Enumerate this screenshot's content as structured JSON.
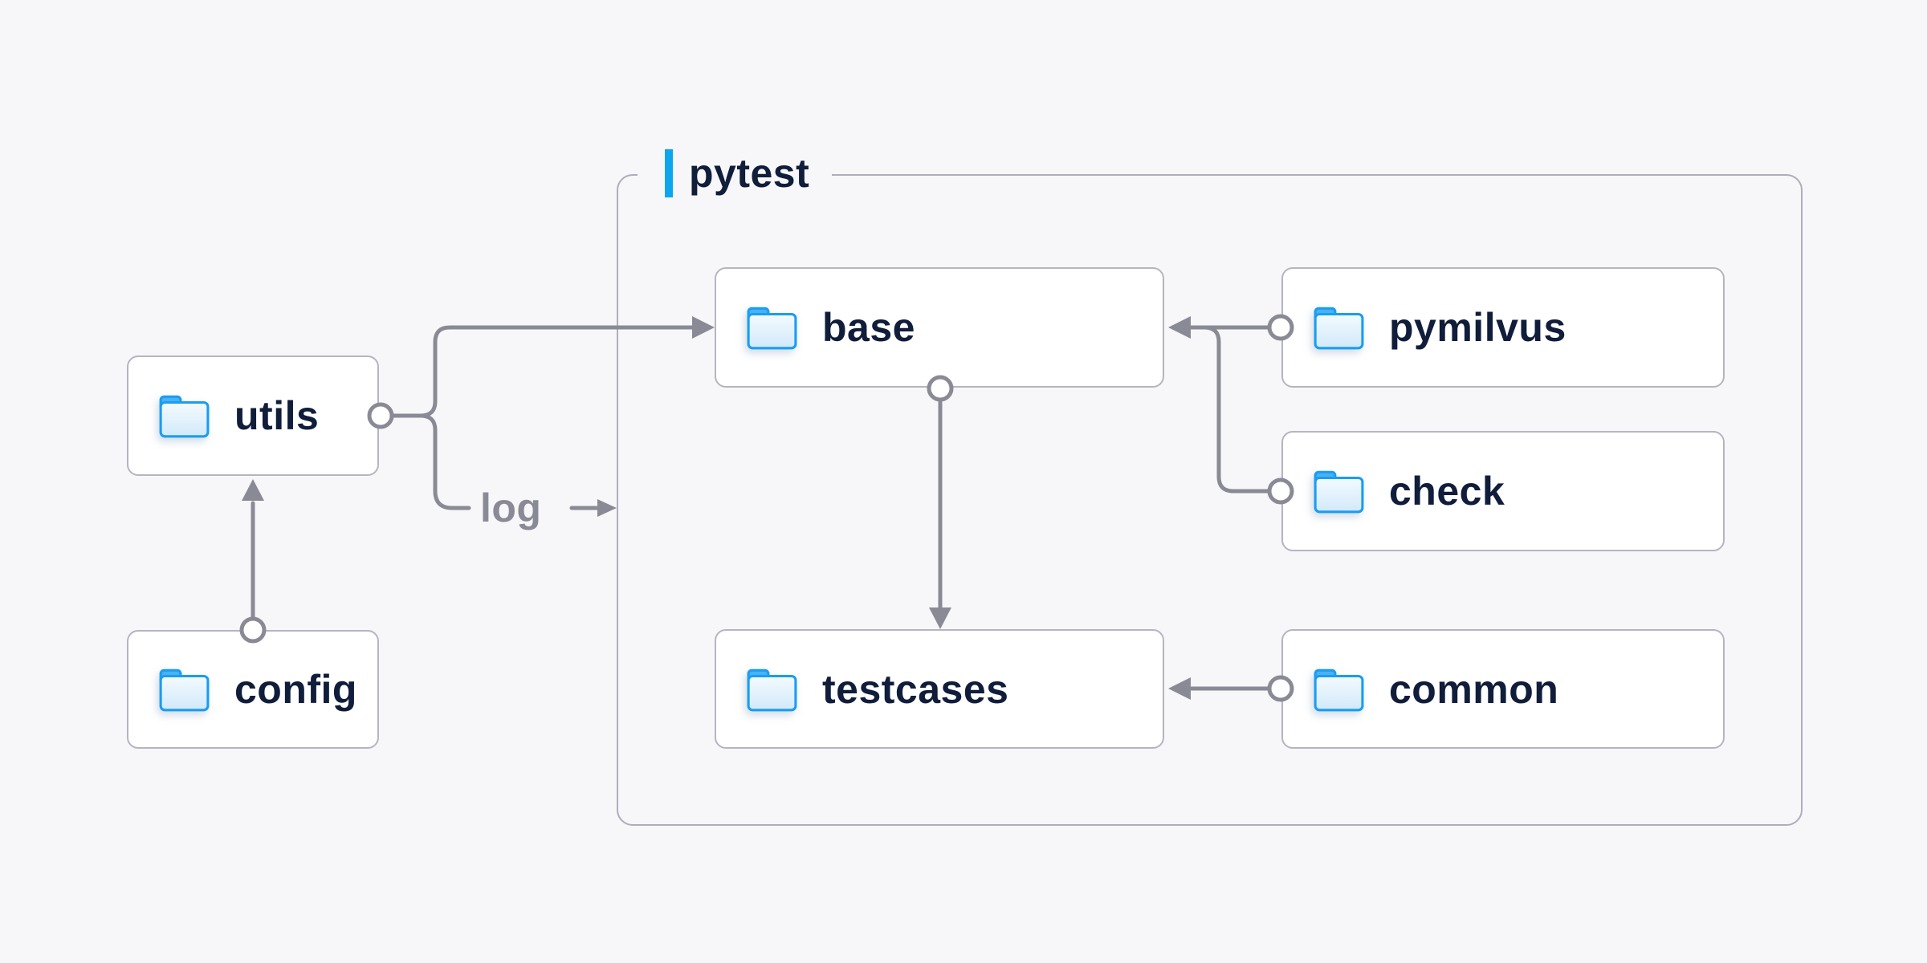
{
  "diagram": {
    "container": {
      "label": "pytest"
    },
    "nodes": [
      {
        "id": "utils",
        "label": "utils",
        "icon": "folder-icon",
        "inside_container": false
      },
      {
        "id": "config",
        "label": "config",
        "icon": "folder-icon",
        "inside_container": false
      },
      {
        "id": "base",
        "label": "base",
        "icon": "folder-icon",
        "inside_container": true
      },
      {
        "id": "pymilvus",
        "label": "pymilvus",
        "icon": "folder-icon",
        "inside_container": true
      },
      {
        "id": "check",
        "label": "check",
        "icon": "folder-icon",
        "inside_container": true
      },
      {
        "id": "testcases",
        "label": "testcases",
        "icon": "folder-icon",
        "inside_container": true
      },
      {
        "id": "common",
        "label": "common",
        "icon": "folder-icon",
        "inside_container": true
      }
    ],
    "edges": [
      {
        "from": "utils",
        "to": "base",
        "label": ""
      },
      {
        "from": "utils",
        "to": "pytest",
        "label": "log"
      },
      {
        "from": "config",
        "to": "utils",
        "label": ""
      },
      {
        "from": "base",
        "to": "testcases",
        "label": ""
      },
      {
        "from": "pymilvus",
        "to": "base",
        "label": ""
      },
      {
        "from": "check",
        "to": "base",
        "label": ""
      },
      {
        "from": "common",
        "to": "testcases",
        "label": ""
      }
    ],
    "colors": {
      "background": "#f7f7f9",
      "accent_bar_blue": "#0ea5ef",
      "folder_outline_blue": "#1a9df2",
      "folder_tab_blue": "#49b2f4",
      "node_text_navy": "#101d3b",
      "connector_gray": "#8a8a96",
      "node_border": "#b5b5c1",
      "container_border": "#aeaebb"
    }
  }
}
